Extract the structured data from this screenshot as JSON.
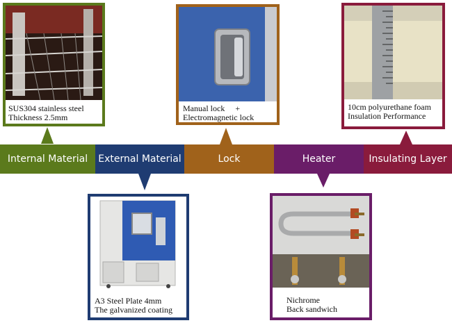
{
  "band": {
    "internal": "Internal Material",
    "external": "External Material",
    "lock": "Lock",
    "heater": "Heater",
    "insulating": "Insulating Layer"
  },
  "cards": {
    "internal": {
      "line1": "SUS304 stainless steel",
      "line2": "Thickness 2.5mm"
    },
    "lock": {
      "line1": "Manual lock     +",
      "line2": "Electromagnetic lock"
    },
    "insulating": {
      "line1": "10cm polyurethane foam",
      "line2": "Insulation Performance"
    },
    "external": {
      "line1": "A3 Steel Plate 4mm",
      "line2": "The galvanized coating"
    },
    "heater": {
      "line1": "Nichrome",
      "line2": "Back sandwich"
    }
  },
  "colors": {
    "internal": "#5b7a1c",
    "external": "#1f3c72",
    "lock": "#a0621b",
    "heater": "#6a1d68",
    "insulating": "#8a1b3c"
  }
}
